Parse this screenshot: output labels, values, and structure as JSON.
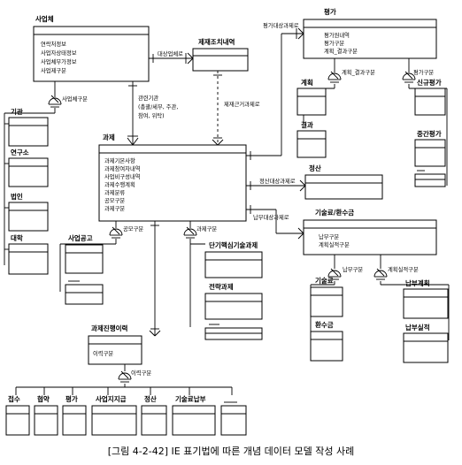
{
  "diagram": {
    "entities": {
      "business": {
        "title": "사업체",
        "attrs": [
          "연락처정보",
          "사업자상태정보",
          "사업체부가정보",
          "사업제구분"
        ]
      },
      "institution": {
        "title": "기관"
      },
      "research_center": {
        "title": "연구소"
      },
      "corporation": {
        "title": "법인"
      },
      "university": {
        "title": "대학"
      },
      "sanction": {
        "title": "제재조치내역"
      },
      "evaluation": {
        "title": "평가",
        "attrs": [
          "평가원내역",
          "평가구분",
          "계획_결과구분"
        ]
      },
      "plan": {
        "title": "계획"
      },
      "result": {
        "title": "결과"
      },
      "new_eval": {
        "title": "신규평가"
      },
      "mid_eval": {
        "title": "중간평가"
      },
      "task": {
        "title": "과제",
        "attrs": [
          "과제기본사항",
          "과제참여자내역",
          "사업비구성내역",
          "과제수행계획",
          "과제분류",
          "공모구분",
          "과제구분"
        ]
      },
      "settlement": {
        "title": "정산"
      },
      "fee": {
        "title": "기술료/환수금",
        "attrs": [
          "납부구분",
          "계획실적구분"
        ]
      },
      "fee_tech": {
        "title": "기술료"
      },
      "refund": {
        "title": "환수금"
      },
      "pay_plan": {
        "title": "납부계획"
      },
      "pay_result": {
        "title": "납부실적"
      },
      "notice": {
        "title": "사업공고"
      },
      "short_tech": {
        "title": "단기핵심기술과제"
      },
      "strategic": {
        "title": "전략과제"
      },
      "history": {
        "title": "과제진행이력",
        "attrs": [
          "이력구분"
        ]
      },
      "h_receipt": {
        "title": "접수"
      },
      "h_contract": {
        "title": "협약"
      },
      "h_eval": {
        "title": "평가"
      },
      "h_fund": {
        "title": "사업지지급"
      },
      "h_settle": {
        "title": "정산"
      },
      "h_fee": {
        "title": "기술료납부"
      }
    },
    "labels": {
      "business_kind": "사업체구분",
      "target_company": "대상업체로",
      "related_inst": [
        "관련기관",
        "(총괄/세부, 주관,",
        "참여, 위탁)"
      ],
      "sanction_basis": "제재근거과제로",
      "eval_target": "평가대상과제로",
      "plan_result_kind": "계획_결과구분",
      "eval_kind": "평가구분",
      "settle_target": "정산대상과제로",
      "pay_target": "납부대상과제로",
      "notice_kind": "공모구분",
      "task_kind": "과제구분",
      "pay_kind": "납부구분",
      "plan_actual_kind": "계획실적구분",
      "history_kind": "이력구분"
    },
    "caption": "[그림 4-2-42] IE 표기법에 따른 개념 데이터 모델 작성 사례"
  }
}
